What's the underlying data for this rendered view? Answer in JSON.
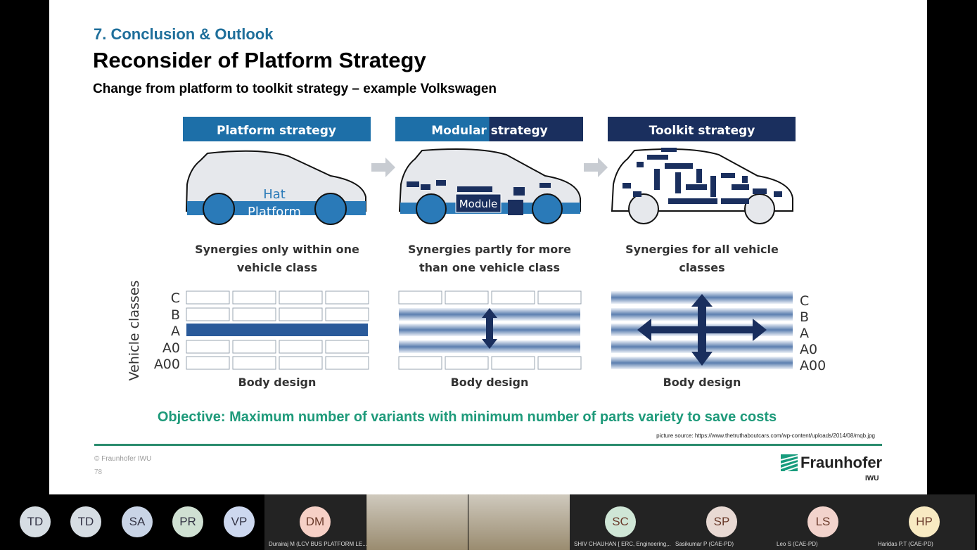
{
  "slide": {
    "section": "7. Conclusion & Outlook",
    "title": "Reconsider of Platform Strategy",
    "subtitle": "Change from platform to toolkit strategy – example Volkswagen",
    "panels": [
      {
        "header": "Platform strategy",
        "car_labels": [
          "Hat",
          "Platform"
        ],
        "synergy": [
          "Synergies only within one",
          "vehicle class"
        ],
        "footer": "Body design"
      },
      {
        "header": "Modular strategy",
        "car_labels": [
          "Module"
        ],
        "synergy": [
          "Synergies partly for more",
          "than one vehicle class"
        ],
        "footer": "Body design"
      },
      {
        "header": "Toolkit strategy",
        "synergy": [
          "Synergies for all vehicle",
          "classes"
        ],
        "footer": "Body design"
      }
    ],
    "axis_label": "Vehicle classes",
    "classes": [
      "C",
      "B",
      "A",
      "A0",
      "A00"
    ],
    "objective": "Objective: Maximum number of variants with minimum number of parts variety to save costs",
    "source": "picture  source: https://www.thetruthaboutcars.com/wp-content/uploads/2014/08/mqb.jpg",
    "copyright": "© Fraunhofer IWU",
    "page": "78",
    "logo": "Fraunhofer",
    "logo_sub": "IWU",
    "colors": {
      "accent": "#1f6f9b",
      "objective": "#1e9a7a",
      "header_dark": "#1a2f5e",
      "header_light": "#1d6fa8"
    }
  },
  "participants": [
    {
      "initials": "TD",
      "color": "#d6dde3"
    },
    {
      "initials": "TD",
      "color": "#d6dde3"
    },
    {
      "initials": "SA",
      "color": "#c9d4e6"
    },
    {
      "initials": "PR",
      "color": "#cfe0d2"
    },
    {
      "initials": "VP",
      "color": "#cdd8ef"
    },
    {
      "initials": "DM",
      "name": "Durairaj M (LCV BUS PLATFORM LE...",
      "color": "#f6d0c6"
    },
    {
      "initials": "SC",
      "name": "SHIV CHAUHAN [ ERC, Engineering,...",
      "color": "#cfe6d6"
    },
    {
      "initials": "SP",
      "name": "Sasikumar P (CAE-PD)",
      "color": "#e8d9d3"
    },
    {
      "initials": "LS",
      "name": "Leo S (CAE-PD)",
      "color": "#f2d3cc"
    },
    {
      "initials": "HP",
      "name": "Haridas P.T (CAE-PD)",
      "color": "#f8eac2"
    }
  ]
}
